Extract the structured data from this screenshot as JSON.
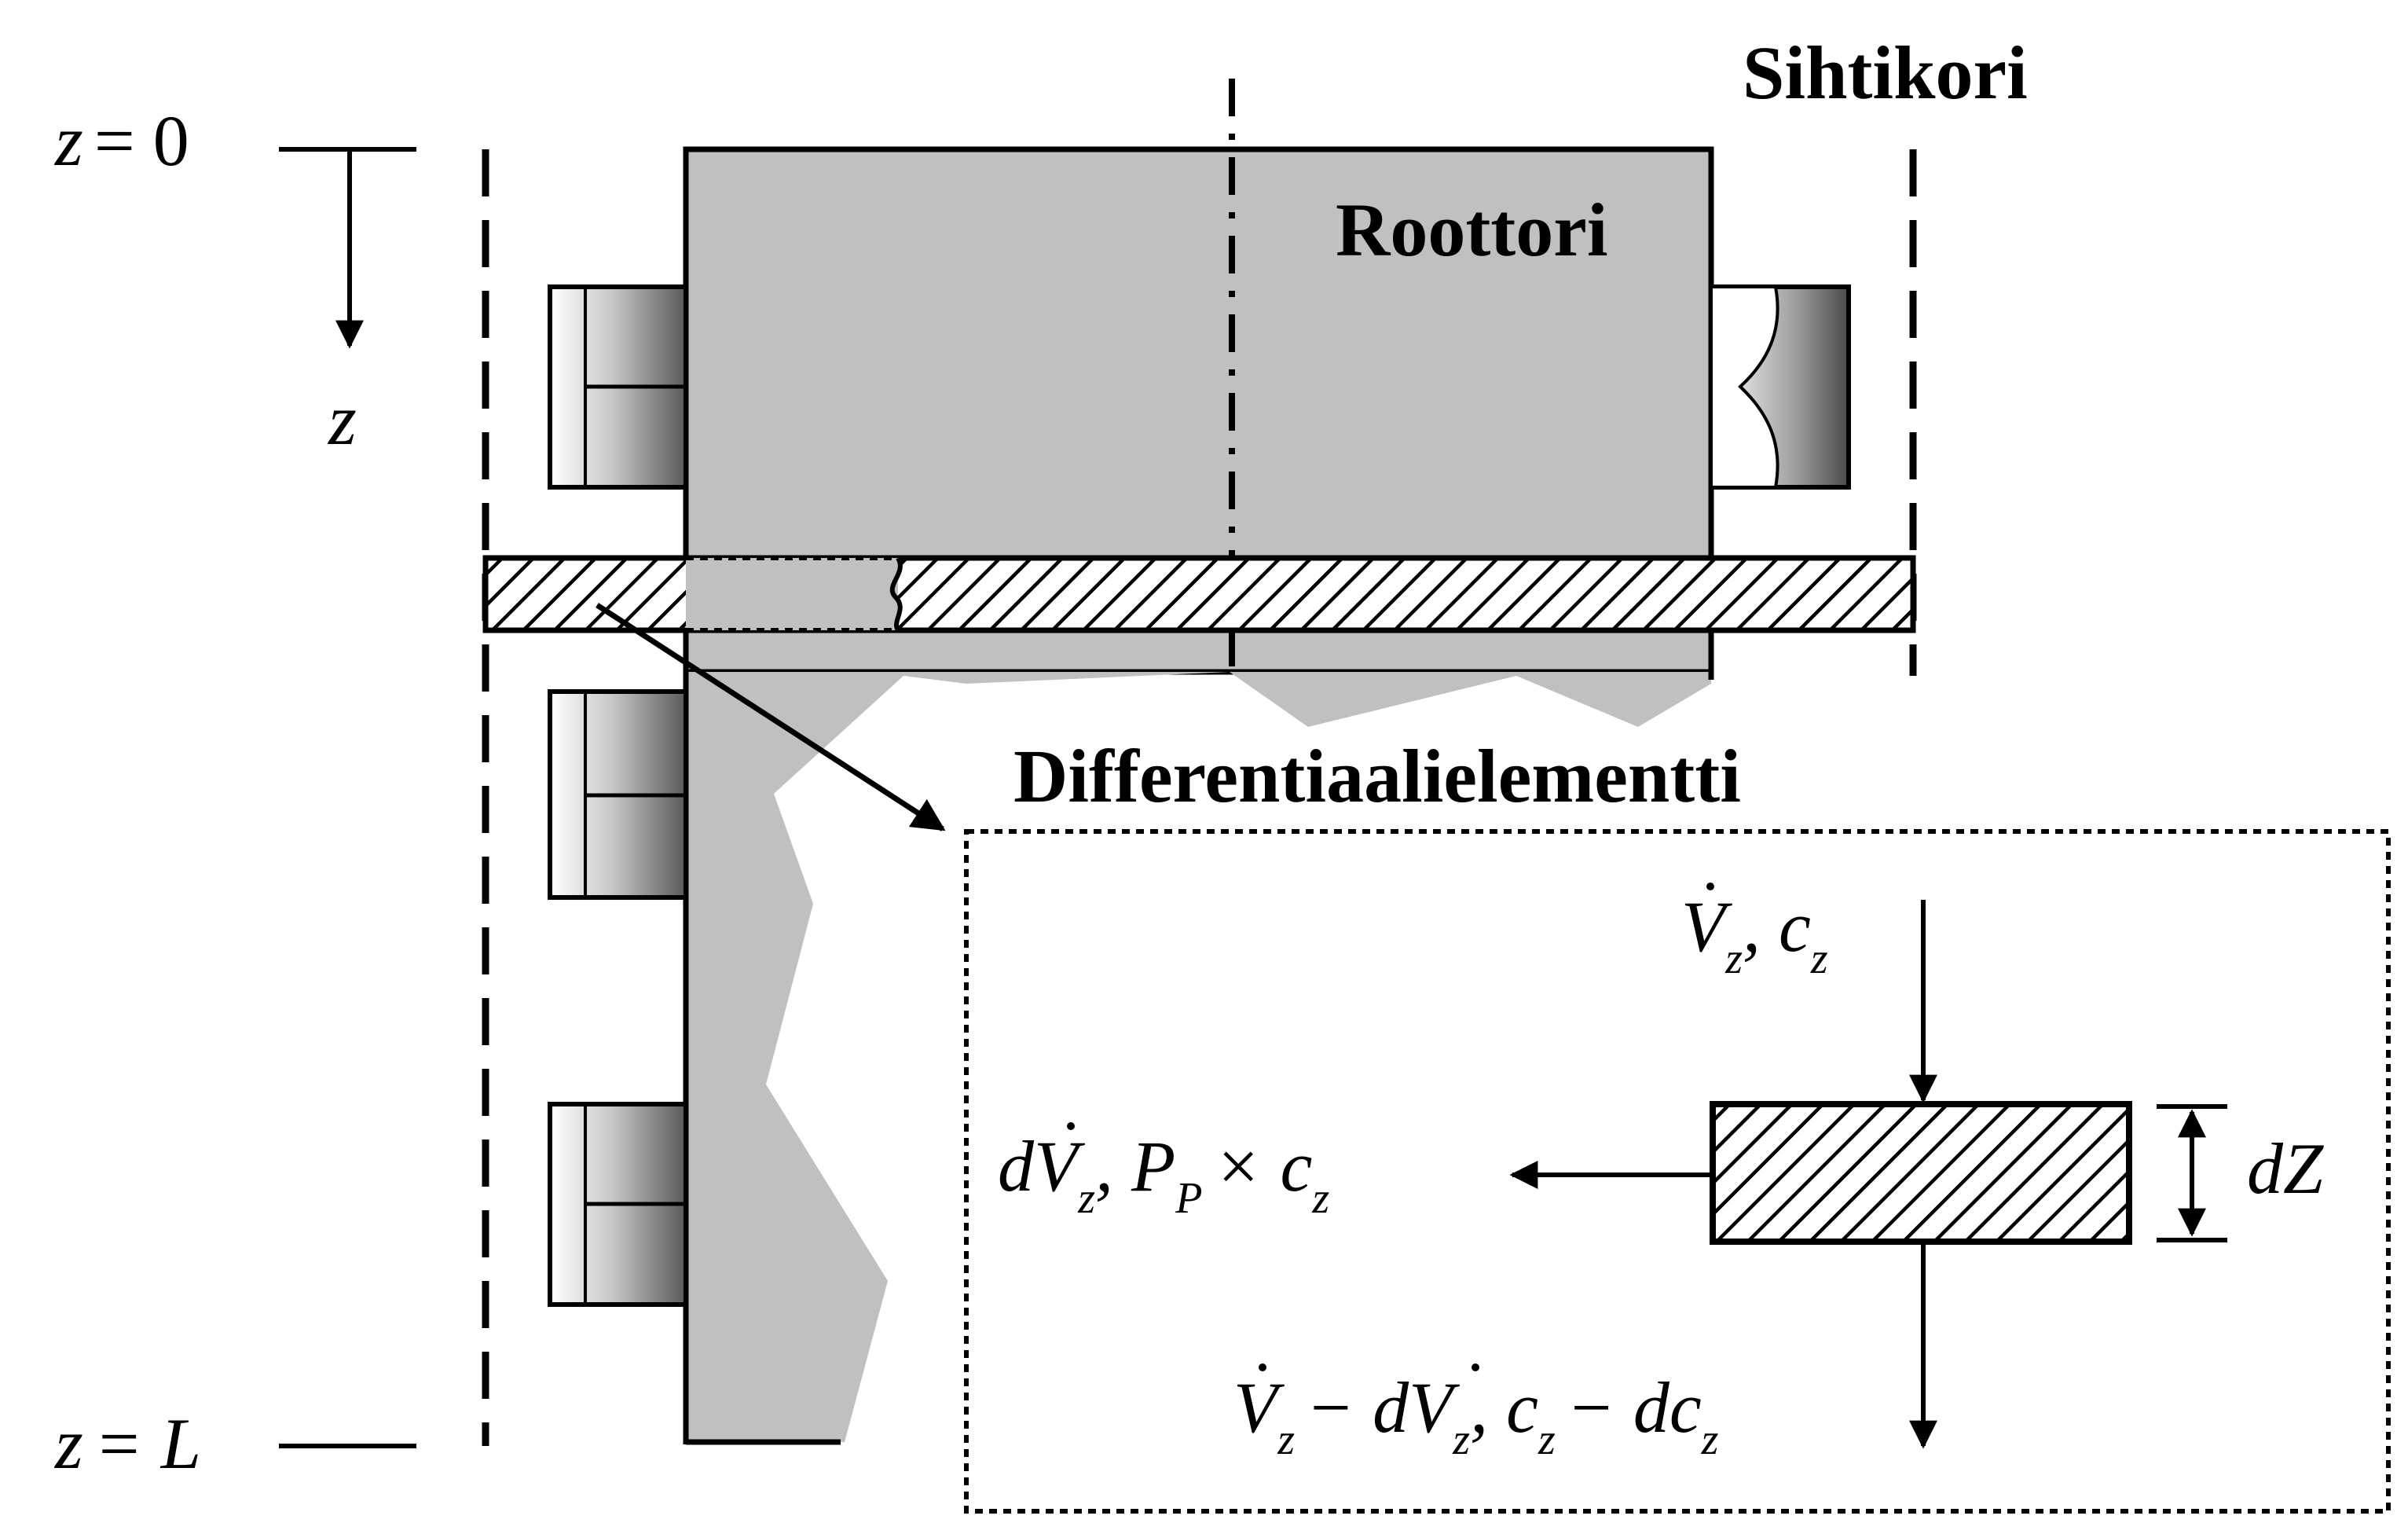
{
  "labels": {
    "screen_basket": "Sihtikori",
    "rotor": "Roottori",
    "differential_element": "Differentiaalielementti"
  },
  "axis": {
    "top_lhs": "z",
    "top_rhs": "= 0",
    "bottom_lhs": "z",
    "bottom_rhs": "= L",
    "direction": "z"
  },
  "equations": {
    "inflow": {
      "v": "V",
      "sub1": "z",
      "sep": ", c",
      "sub2": "z"
    },
    "outflow_side": {
      "d": "d",
      "v": "V",
      "sub1": "z",
      "mid": ", P",
      "subP": "P",
      "times": "× c",
      "sub2": "z"
    },
    "outflow_bottom": {
      "v1": "V",
      "sub1": "z",
      "minus": "− d",
      "v2": "V",
      "sub2": "z",
      "c": ", c",
      "sub3": "z",
      "minus2": "− dc",
      "sub4": "z"
    },
    "dz": "dZ"
  },
  "colors": {
    "rotor_fill": "#c0c0c0",
    "line": "#000000",
    "background": "#ffffff"
  }
}
